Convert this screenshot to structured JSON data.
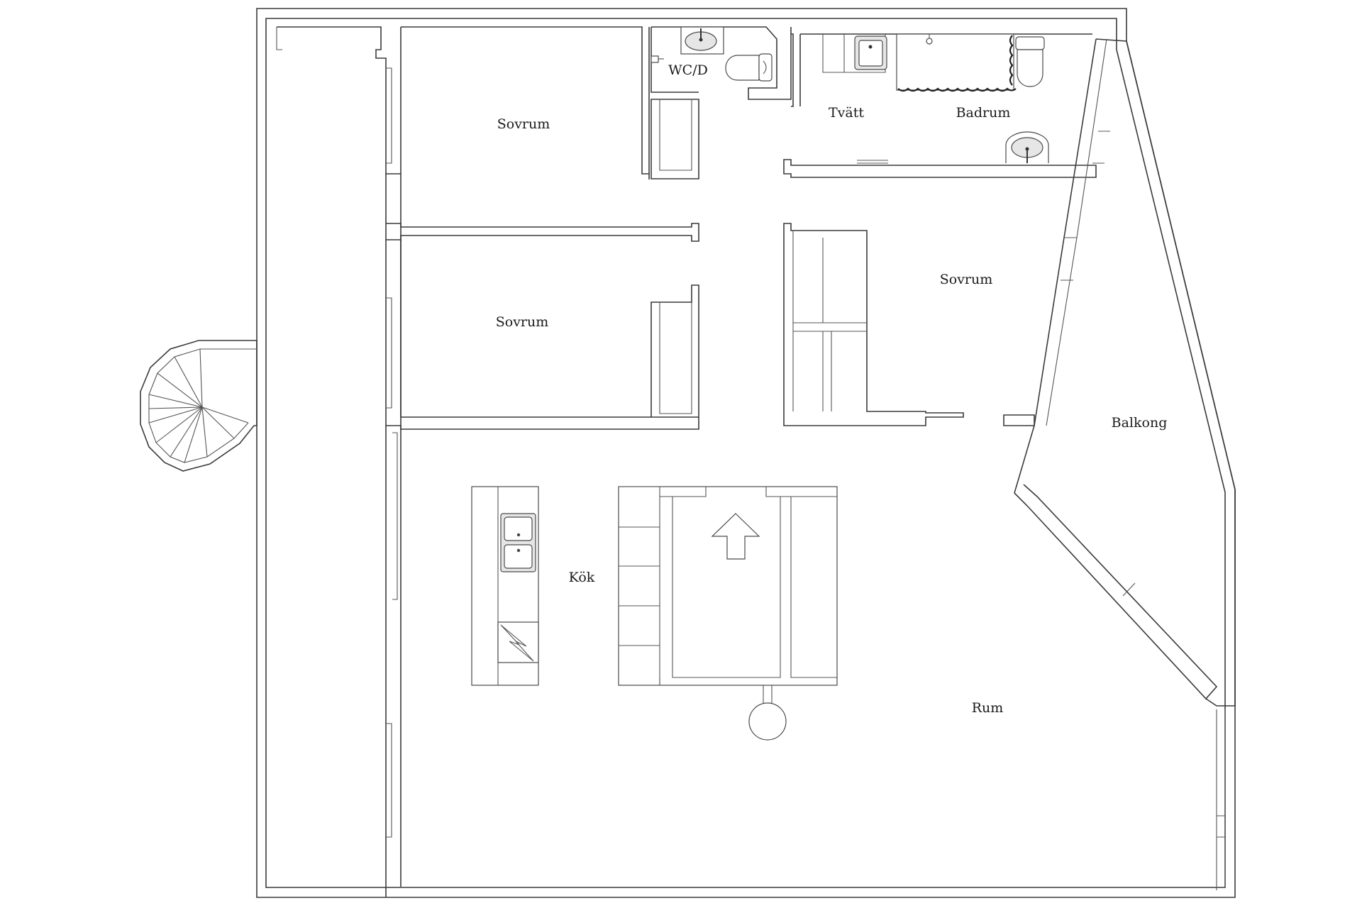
{
  "rooms": {
    "sovrum_1": "Sovrum",
    "wc": "WC/D",
    "tvatt": "Tvätt",
    "badrum": "Badrum",
    "sovrum_2": "Sovrum",
    "sovrum_3": "Sovrum",
    "balkong": "Balkong",
    "kok": "Kök",
    "rum": "Rum"
  },
  "colors": {
    "background": "#ffffff",
    "line": "#3a3a3a"
  }
}
